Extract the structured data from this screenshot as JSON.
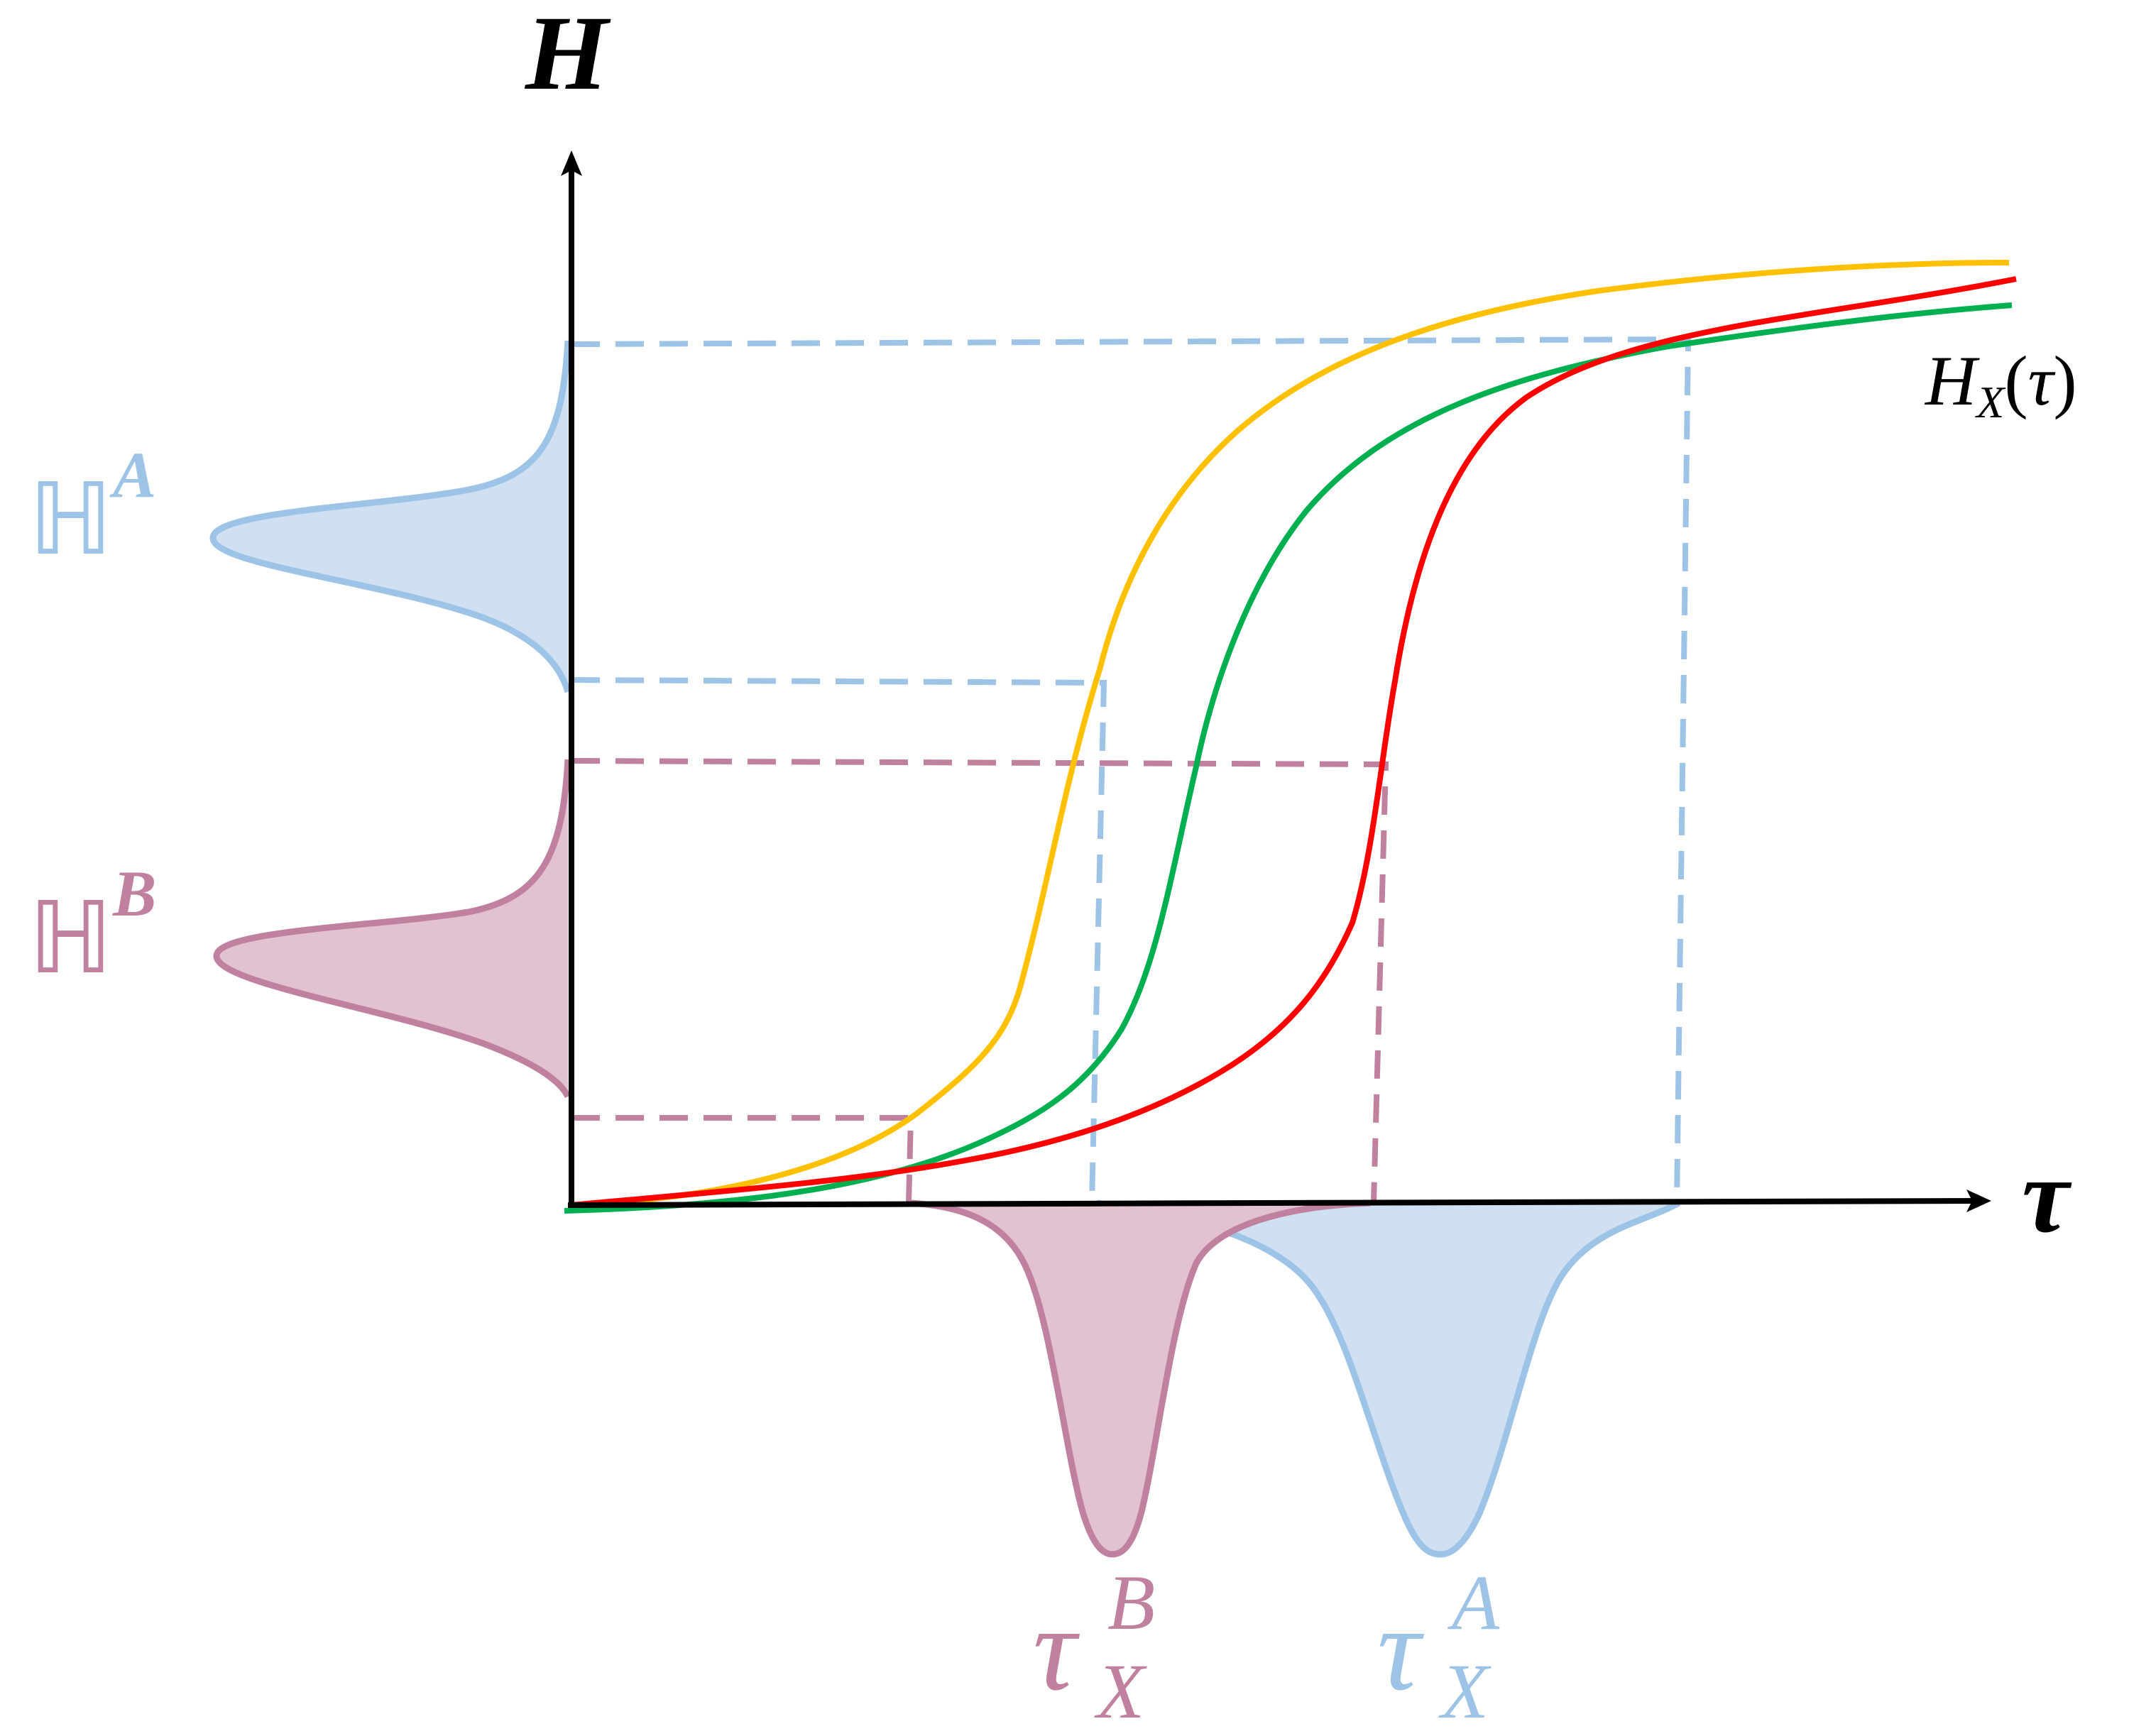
{
  "axes": {
    "y_label": "H",
    "x_label": "τ"
  },
  "curve_label": {
    "main": "H",
    "sub": "X",
    "paren_open": "(",
    "arg": "τ",
    "paren_close": ")"
  },
  "dist_labels": {
    "HA": {
      "main": "ℍ",
      "sup": "A"
    },
    "HB": {
      "main": "ℍ",
      "sup": "B"
    },
    "tauB": {
      "main": "τ",
      "sup": "B",
      "sub": "X"
    },
    "tauA": {
      "main": "τ",
      "sup": "A",
      "sub": "X"
    }
  },
  "colors": {
    "axis": "#000000",
    "yellow_curve": "#FFC000",
    "green_curve": "#00B050",
    "red_curve": "#FF0000",
    "blue": "#9DC3E6",
    "blue_fill": "#CFE0F2",
    "mauve": "#C0819F",
    "mauve_fill": "#E2C2D1"
  }
}
